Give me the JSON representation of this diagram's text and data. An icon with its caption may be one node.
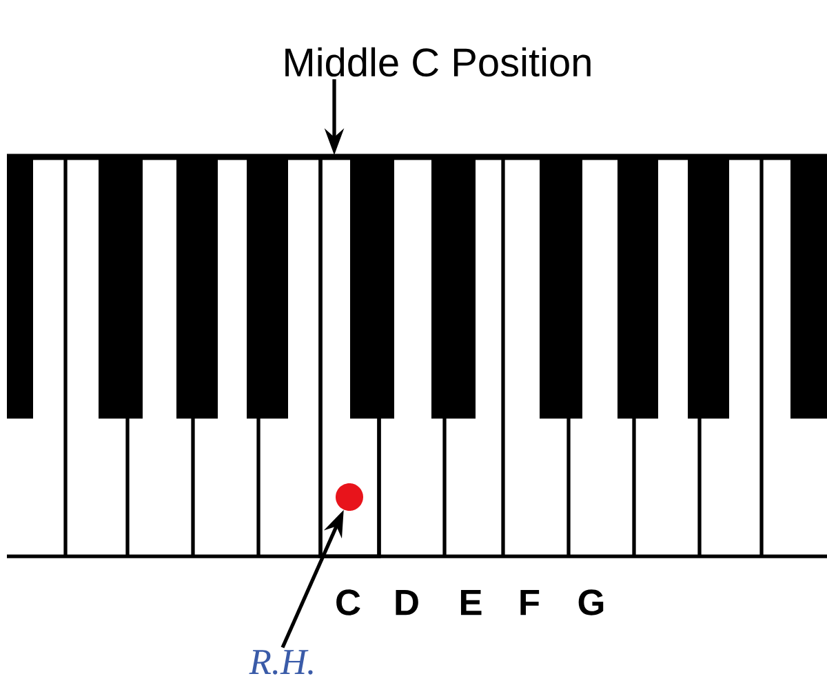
{
  "diagram": {
    "nodes": [
      {
        "text": [
          "Middle C Position"
        ]
      },
      {
        "text": [],
        "shape": "box"
      },
      {
        "text": [
          "R.H."
        ]
      },
      {
        "text": [],
        "shape": "circle",
        "in": 1
      }
    ],
    "edges": [
      {
        "from": 0,
        "to": 1,
        "arrow": "to"
      },
      {
        "from": 2,
        "to": 3,
        "arrow": "to"
      }
    ],
    "labels": [
      "C",
      "D",
      "E",
      "F",
      "G"
    ]
  }
}
